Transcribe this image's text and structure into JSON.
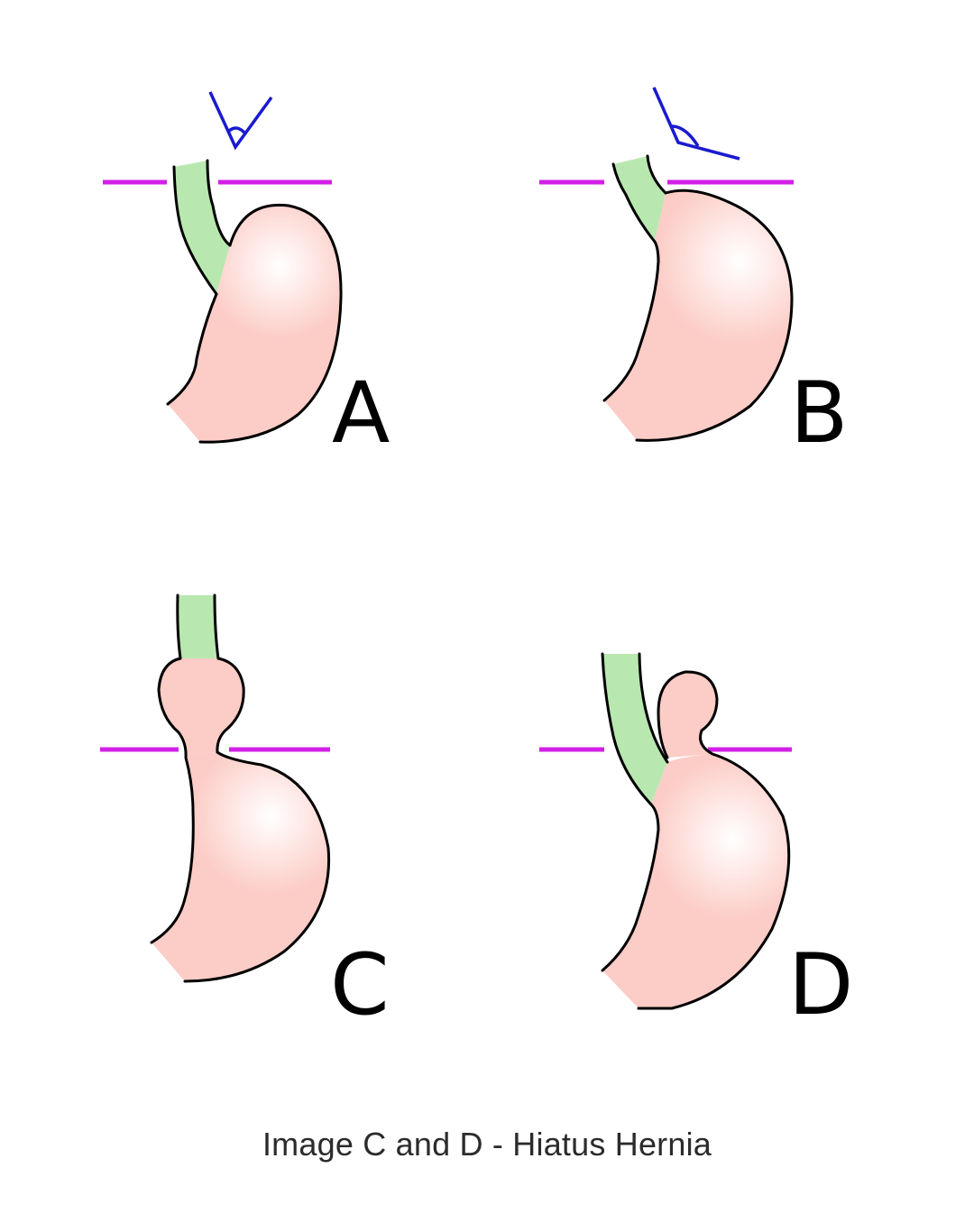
{
  "panels": [
    {
      "label": "A"
    },
    {
      "label": "B"
    },
    {
      "label": "C"
    },
    {
      "label": "D"
    }
  ],
  "caption": "Image C and D - Hiatus Hernia",
  "colors": {
    "stomach": "#fcccc6",
    "stomach_highlight": "#ffffff",
    "esophagus": "#b8e8b0",
    "diaphragm": "#d21fe6",
    "angle": "#1a1ad0",
    "outline": "#000000"
  }
}
